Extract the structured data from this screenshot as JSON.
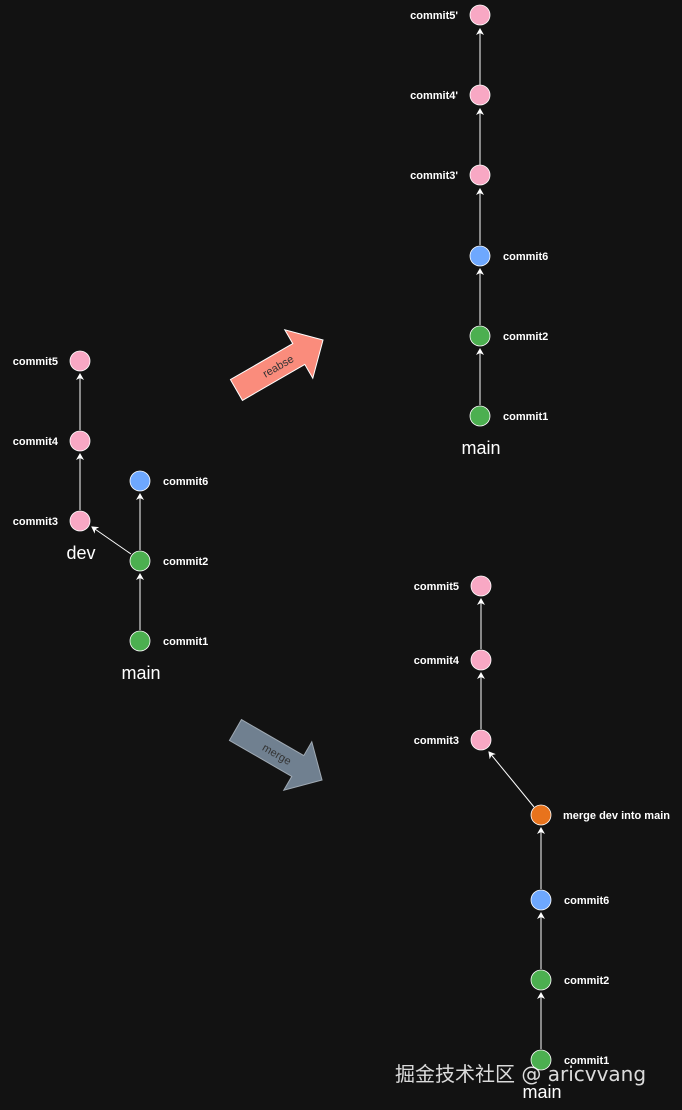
{
  "colors": {
    "background": "#121212",
    "main_commit": "#4CAF50",
    "dev_commit": "#F8A8C4",
    "feature_commit": "#6EA8FE",
    "merge_commit": "#E8731C",
    "rebase_arrow": "#FA8C7C",
    "merge_arrow": "#708090",
    "edge": "#FFFFFF"
  },
  "before": {
    "dev_branch_label": "dev",
    "main_branch_label": "main",
    "commits": {
      "commit1": "commit1",
      "commit2": "commit2",
      "commit3": "commit3",
      "commit4": "commit4",
      "commit5": "commit5",
      "commit6": "commit6"
    }
  },
  "operations": {
    "rebase_label": "reabse",
    "merge_label": "merge"
  },
  "rebase_result": {
    "branch_label": "main",
    "commits": {
      "commit1": "commit1",
      "commit2": "commit2",
      "commit6": "commit6",
      "commit3p": "commit3'",
      "commit4p": "commit4'",
      "commit5p": "commit5'"
    }
  },
  "merge_result": {
    "branch_label": "main",
    "commits": {
      "commit1": "commit1",
      "commit2": "commit2",
      "commit6": "commit6",
      "merge": "merge dev into main",
      "commit3": "commit3",
      "commit4": "commit4",
      "commit5": "commit5"
    }
  },
  "watermark": "掘金技术社区 @ aricvvang"
}
